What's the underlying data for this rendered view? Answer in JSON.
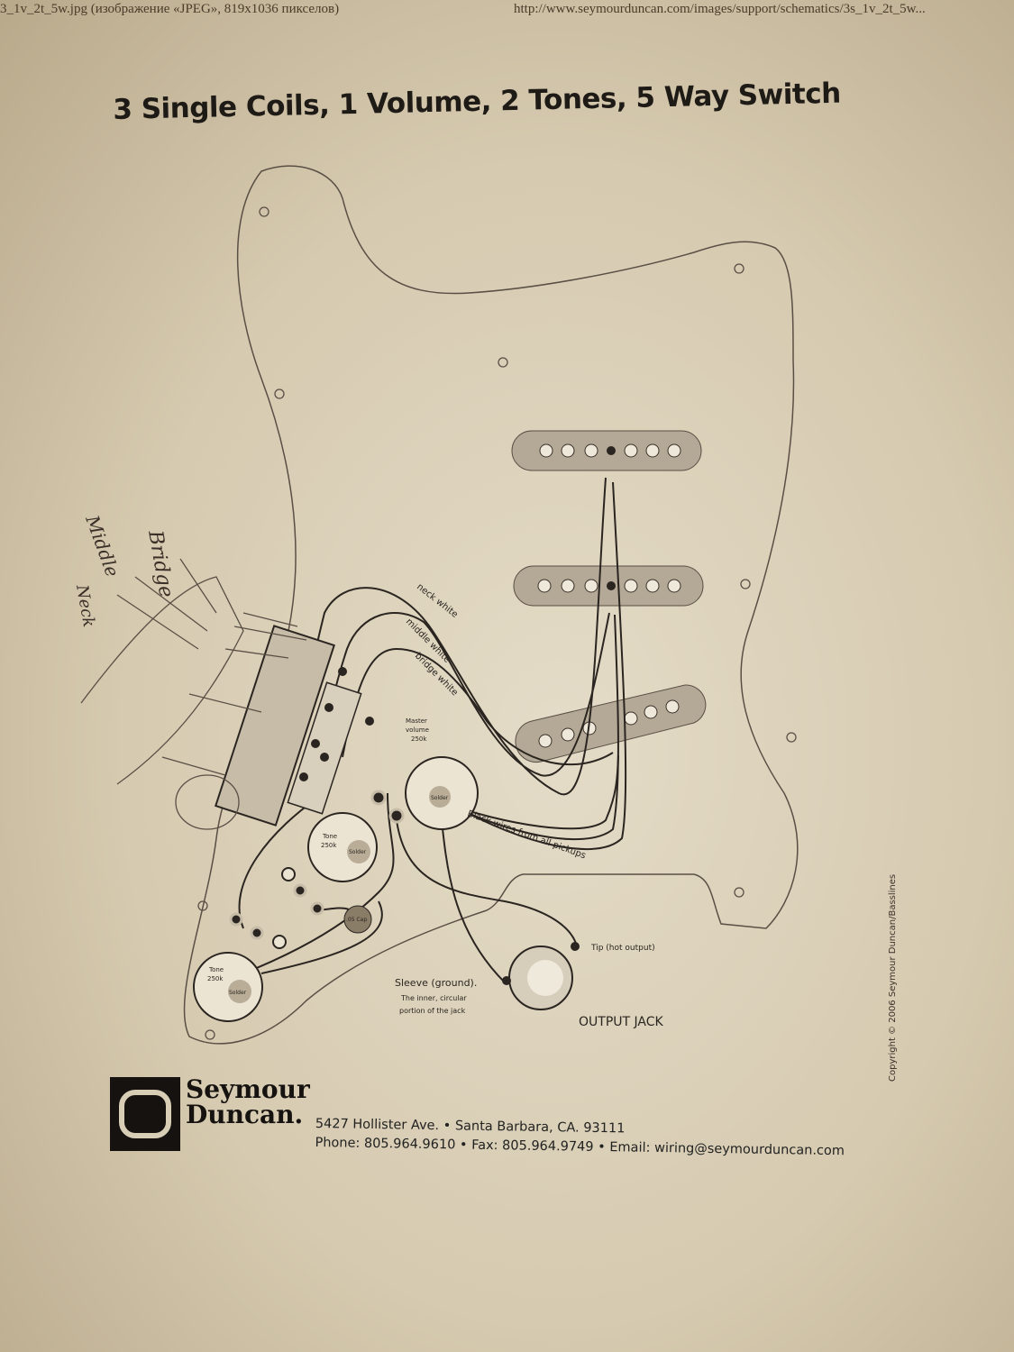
{
  "browser_bar": {
    "file_title": "3_1v_2t_5w.jpg (изображение «JPEG», 819x1036 пикселов)",
    "url": "http://www.seymourduncan.com/images/support/schematics/3s_1v_2t_5w..."
  },
  "title": "3 Single Coils, 1 Volume, 2 Tones, 5 Way Switch",
  "handwritten_labels": [
    "Bridge",
    "Middle",
    "Neck"
  ],
  "wire_labels": {
    "neck": "neck white",
    "middle": "middle white",
    "bridge": "bridge white",
    "ground": "Black wires from all pickups"
  },
  "components": {
    "volume": {
      "line1": "Master",
      "line2": "volume",
      "line3": "250k",
      "solder": "Solder"
    },
    "tone1": {
      "line1": "Tone",
      "line2": "250k",
      "solder": "Solder"
    },
    "tone2": {
      "line1": "Tone",
      "line2": "250k",
      "solder": "Solder"
    },
    "cap": ".05 Cap"
  },
  "jack": {
    "tip": "Tip (hot output)",
    "sleeve": "Sleeve (ground).",
    "sleeve_note1": "The inner, circular",
    "sleeve_note2": "portion of the jack",
    "title": "OUTPUT JACK"
  },
  "footer": {
    "brand_line1": "Seymour",
    "brand_line2": "Duncan.",
    "address": "5427 Hollister Ave. • Santa Barbara, CA. 93111",
    "contact": "Phone: 805.964.9610 • Fax: 805.964.9749 • Email: wiring@seymourduncan.com",
    "copyright": "Copyright © 2006 Seymour Duncan/Basslines"
  }
}
